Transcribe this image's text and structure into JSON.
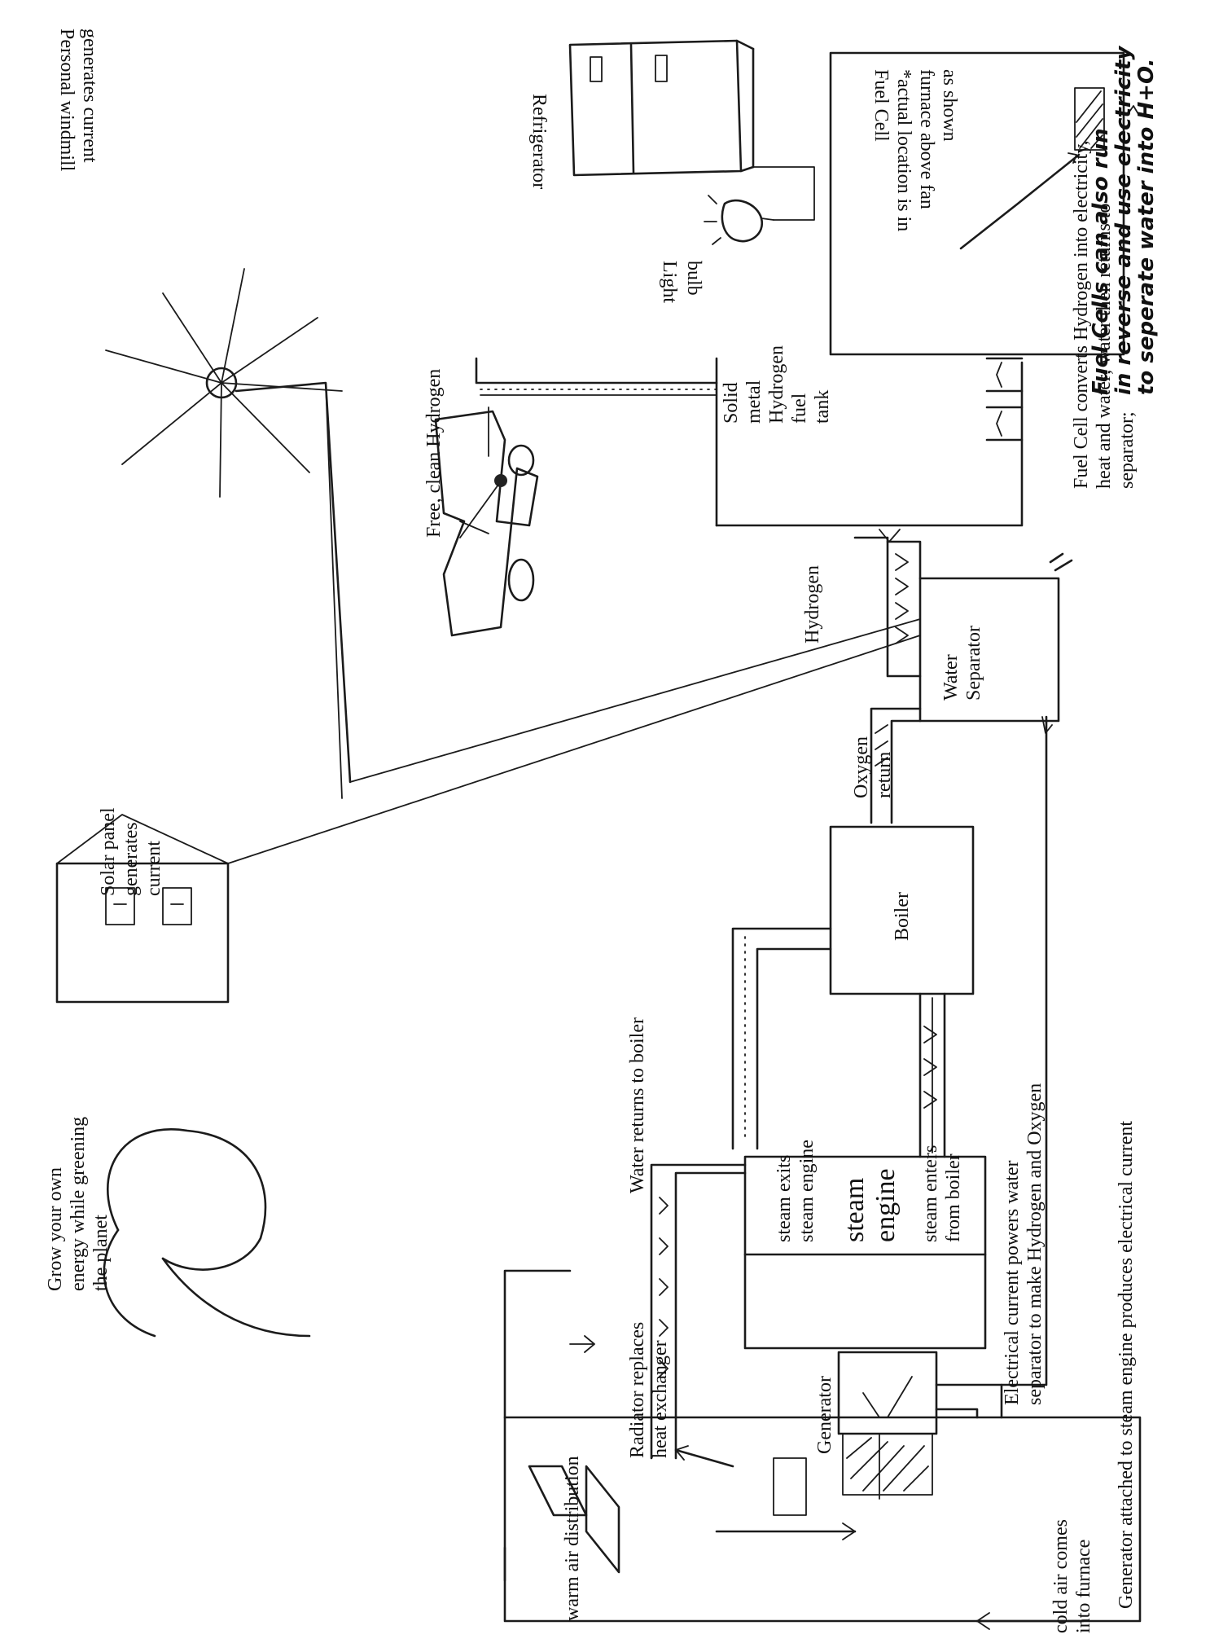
{
  "labels": {
    "windmill": [
      "Personal windmill",
      "generates current"
    ],
    "refrigerator": "Refrigerator",
    "light_bulb": [
      "Light",
      "bulb"
    ],
    "fuel_cell": [
      "Fuel Cell",
      "*actual location is in",
      "furnace above fan",
      "as shown"
    ],
    "fuel_cell_note": [
      "Fuel Cell converts Hydrogen into electricity,",
      "heat and water; water then returns to",
      "separator;"
    ],
    "fuel_cell_handwritten": [
      "Fuel Cells can also run",
      "in reverse and use electricity",
      "to seperate water into H+O."
    ],
    "free_hydrogen": "Free, clean Hydrogen",
    "hydrogen_tank": [
      "Solid",
      "metal",
      "Hydrogen",
      "fuel",
      "tank"
    ],
    "hydrogen": "Hydrogen",
    "water_separator": [
      "Water",
      "Separator"
    ],
    "solar": [
      "Solar panel",
      "generates",
      "current"
    ],
    "oxygen_return": [
      "Oxygen",
      "return"
    ],
    "boiler": "Boiler",
    "water_returns": "Water returns to boiler",
    "steam_exits": [
      "steam exits",
      "steam engine"
    ],
    "steam_engine": [
      "steam",
      "engine"
    ],
    "steam_enters": [
      "steam enters",
      "from boiler"
    ],
    "electrical_current": [
      "Electrical current powers water",
      "separator to make Hydrogen and Oxygen"
    ],
    "generator": "Generator",
    "generator_note": "Generator attached to steam engine produces electrical current",
    "tree": [
      "Grow your own",
      "energy while greening",
      "the planet"
    ],
    "radiator": [
      "Radiator replaces",
      "heat exchanger"
    ],
    "warm_air": "warm air distribution",
    "cold_air": [
      "cold air comes",
      "into furnace"
    ]
  }
}
